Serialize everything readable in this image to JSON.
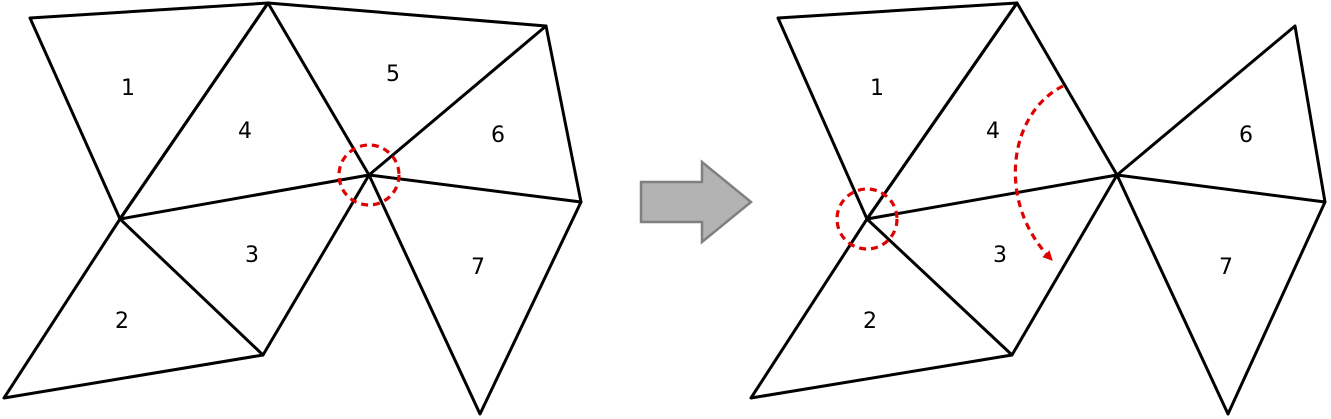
{
  "colors": {
    "line": "#000000",
    "highlight": "#e00000",
    "arrow_fill": "#b3b3b3",
    "arrow_stroke": "#808080"
  },
  "before": {
    "labels": {
      "t1": "1",
      "t2": "2",
      "t3": "3",
      "t4": "4",
      "t5": "5",
      "t6": "6",
      "t7": "7"
    }
  },
  "after": {
    "labels": {
      "t1": "1",
      "t2": "2",
      "t3": "3",
      "t4": "4",
      "t6": "6",
      "t7": "7"
    }
  },
  "icons": {
    "transition": "right-arrow-icon",
    "vertex_marker": "dashed-circle-icon",
    "rotation": "curved-arrow-icon"
  }
}
